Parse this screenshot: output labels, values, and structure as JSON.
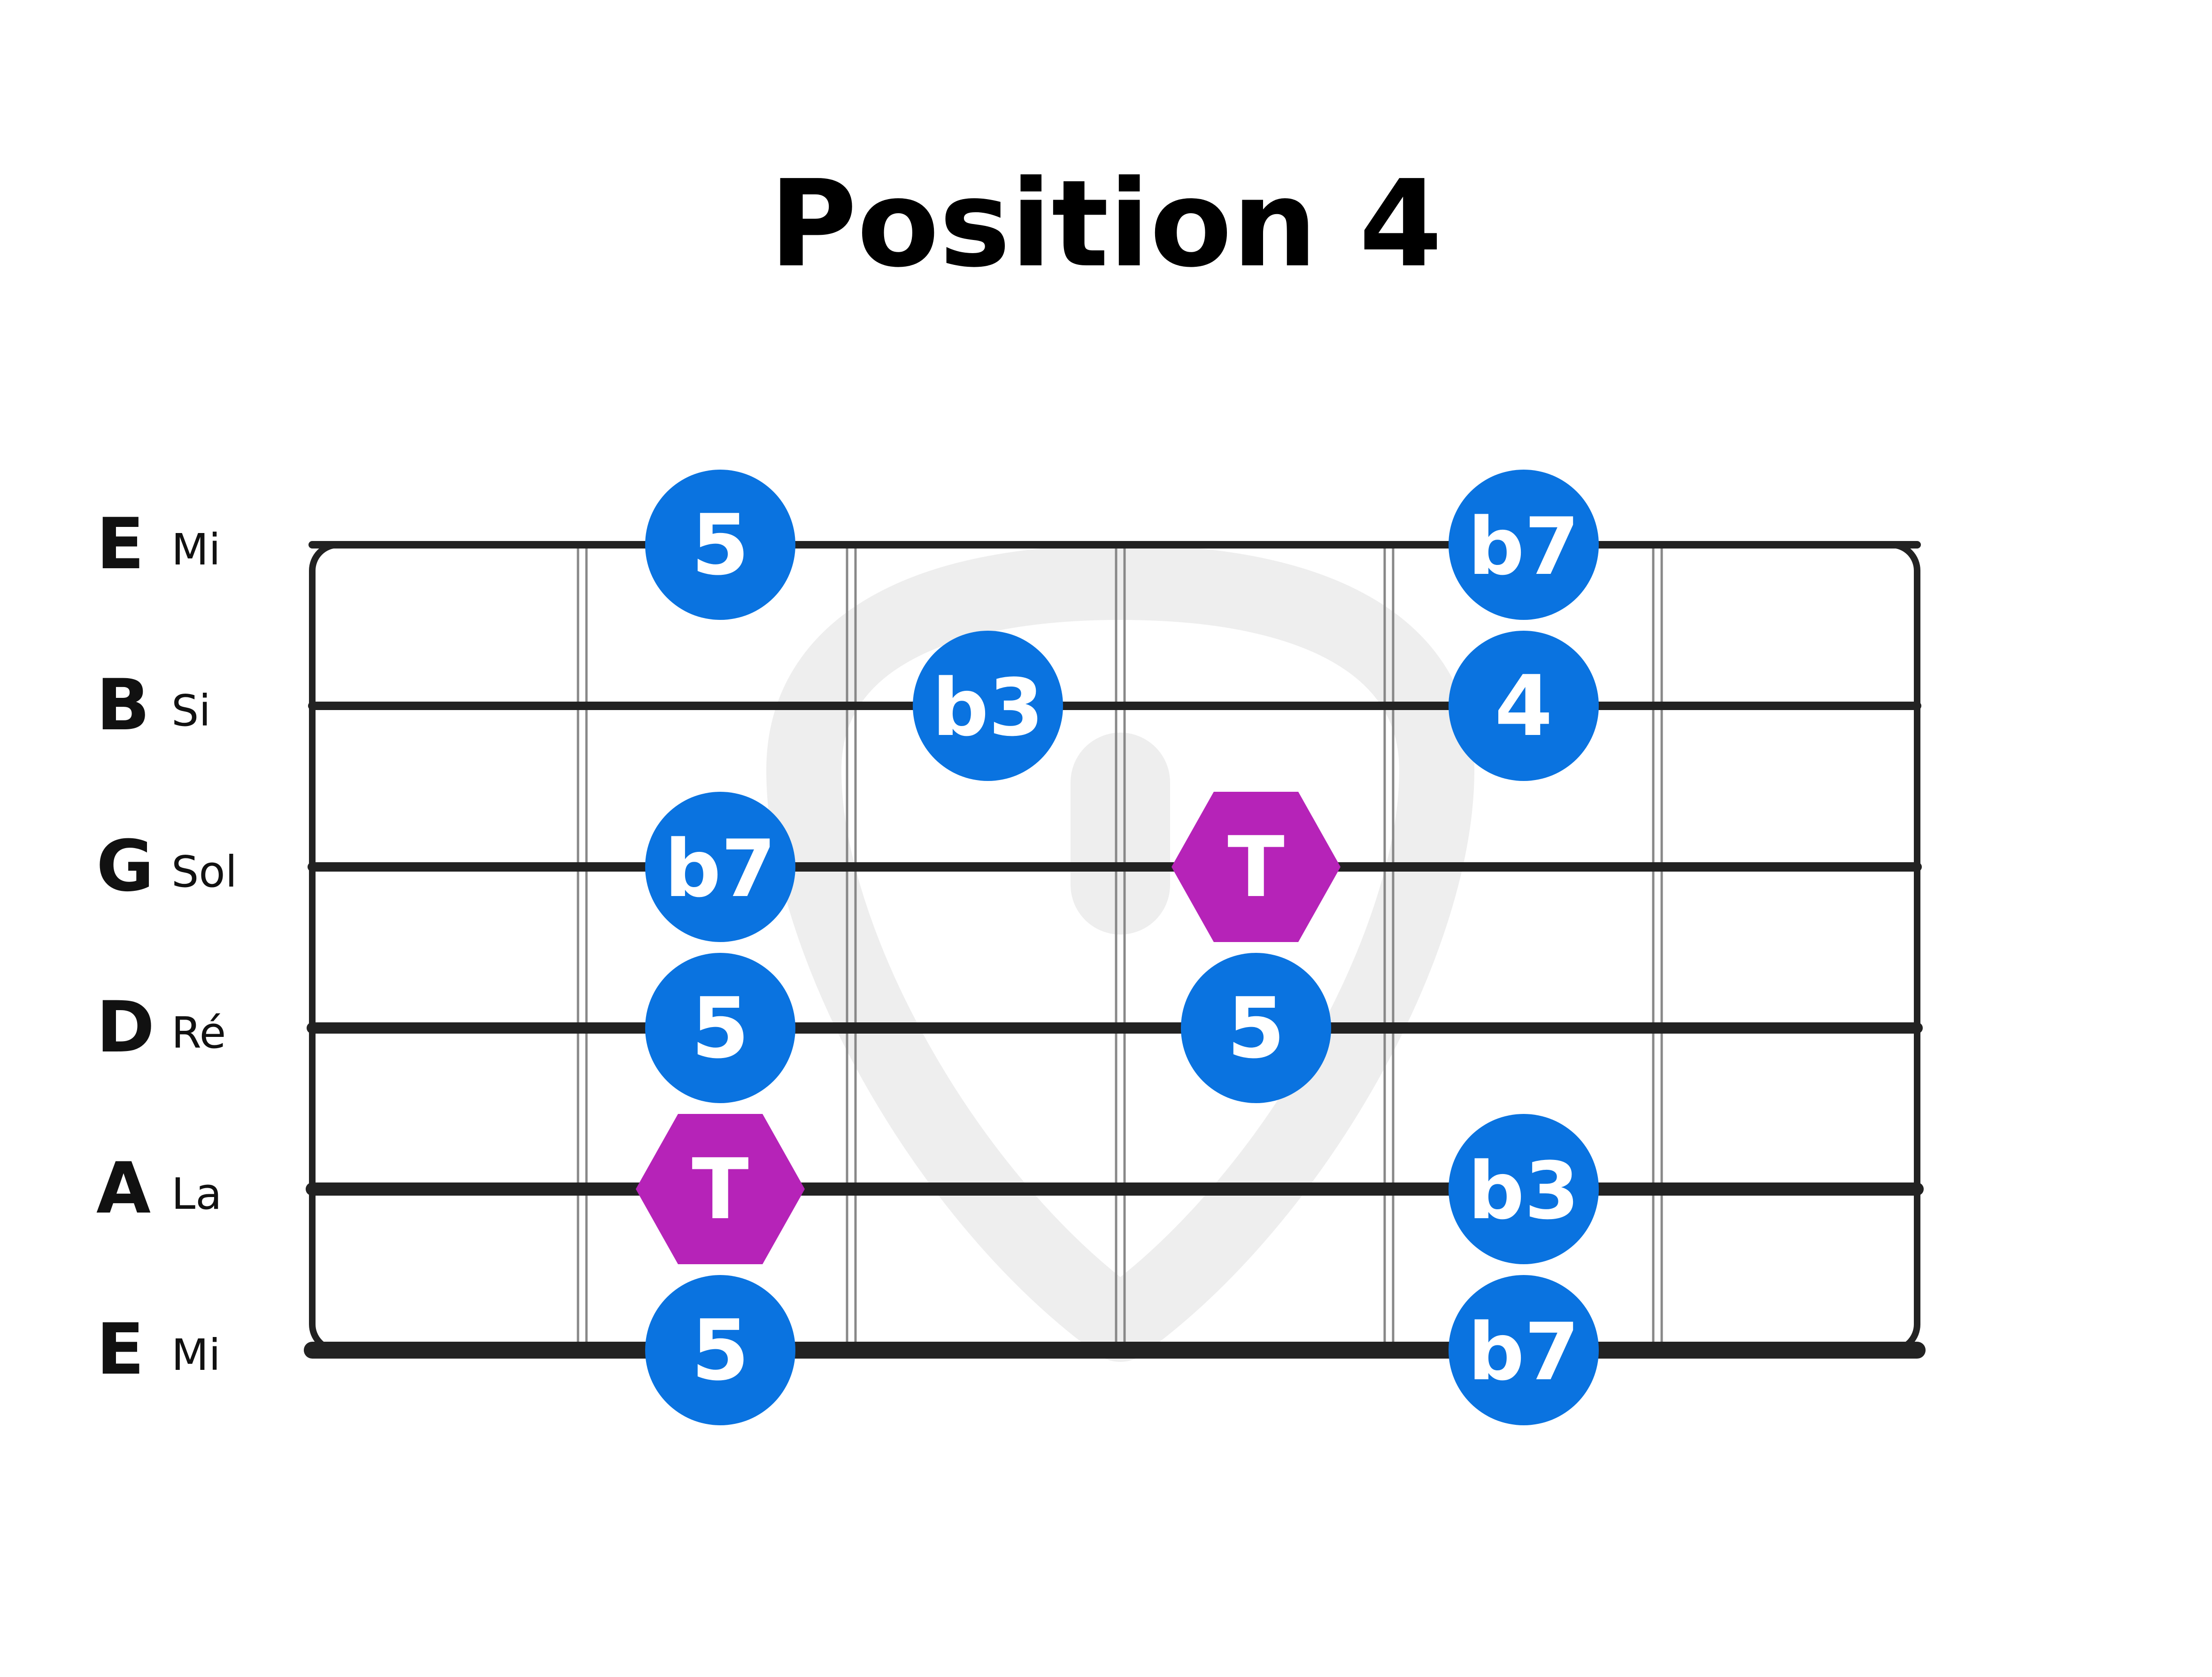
{
  "title": "Position 4",
  "strings": [
    {
      "letter": "E",
      "name": "Mi"
    },
    {
      "letter": "B",
      "name": "Si"
    },
    {
      "letter": "G",
      "name": "Sol"
    },
    {
      "letter": "D",
      "name": "Ré"
    },
    {
      "letter": "A",
      "name": "La"
    },
    {
      "letter": "E",
      "name": "Mi"
    }
  ],
  "frets_shown": 5,
  "notes": [
    {
      "string": 1,
      "fret": 1,
      "label": "5",
      "shape": "circle"
    },
    {
      "string": 1,
      "fret": 4,
      "label": "b7",
      "shape": "circle"
    },
    {
      "string": 2,
      "fret": 2,
      "label": "b3",
      "shape": "circle"
    },
    {
      "string": 2,
      "fret": 4,
      "label": "4",
      "shape": "circle"
    },
    {
      "string": 3,
      "fret": 1,
      "label": "b7",
      "shape": "circle"
    },
    {
      "string": 3,
      "fret": 3,
      "label": "T",
      "shape": "hexagon"
    },
    {
      "string": 4,
      "fret": 1,
      "label": "5",
      "shape": "circle"
    },
    {
      "string": 4,
      "fret": 3,
      "label": "5",
      "shape": "circle"
    },
    {
      "string": 5,
      "fret": 1,
      "label": "T",
      "shape": "hexagon"
    },
    {
      "string": 5,
      "fret": 4,
      "label": "b3",
      "shape": "circle"
    },
    {
      "string": 6,
      "fret": 1,
      "label": "5",
      "shape": "circle"
    },
    {
      "string": 6,
      "fret": 4,
      "label": "b7",
      "shape": "circle"
    }
  ],
  "colors": {
    "note_circle": "#0a73e0",
    "root_hexagon": "#b623b8",
    "note_text": "#ffffff",
    "lines": "#222222",
    "watermark": "#eeeeee",
    "title": "#000000"
  },
  "watermark_icon": "guitar-pick-icon"
}
